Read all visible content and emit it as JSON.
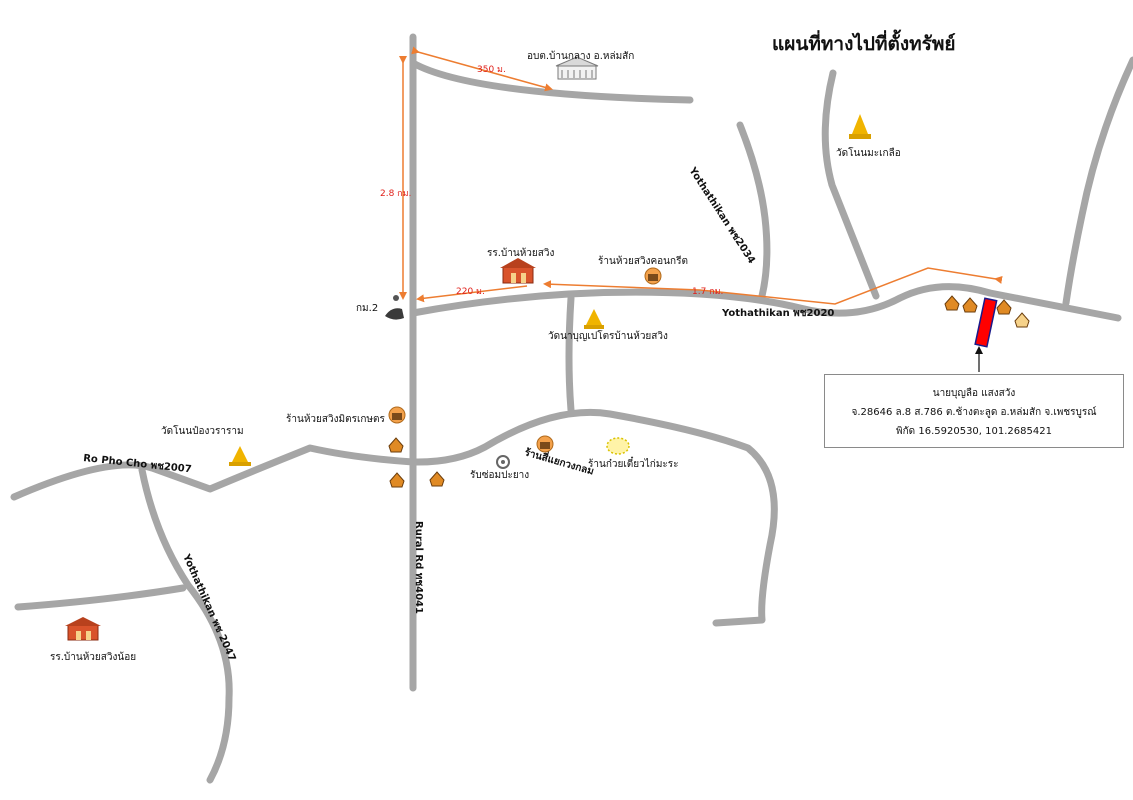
{
  "map": {
    "title": "แผนที่ทางไปที่ตั้งทรัพย์",
    "colors": {
      "road": "#a6a6a6",
      "route": "#ed7d31",
      "distance_text": "#e0201a",
      "target": "#ff0000",
      "pagoda": "#f0b400",
      "school": "#d9532b"
    },
    "roads": {
      "rural_4041": "Rural Rd ทช4041",
      "ro_pho_cho_2007": "Ro Pho Cho พช2007",
      "yothathikan_2020": "Yothathikan พช2020",
      "yothathikan_2034": "Yothathikan พช2034",
      "yothathikan_2047": "Yothathikan พช 2047",
      "side_road": "ร้านสี่แยกวงกลม"
    },
    "distances": {
      "d350": "350 ม.",
      "d2_8": "2.8 กม.",
      "d220": "220 ม.",
      "d1_7": "1.7 กม."
    },
    "places": {
      "obt": "อบต.บ้านกลาง อ.หล่มสัก",
      "wat_nong_makluea": "วัดโนนมะเกลือ",
      "school_huai_sawing": "รร.บ้านห้วยสวิง",
      "shop_concrete": "ร้านห้วยสวิงคอนกรีต",
      "km2": "กม.2",
      "wat_nabun": "วัดนาบุญเปโตรบ้านห้วยสวิง",
      "shop_mit": "ร้านห้วยสวิงมิตรเกษตร",
      "wat_non_pong": "วัดโนนป๋องวราราม",
      "repair_shop": "รับซ่อมปะยาง",
      "noodle_shop": "ร้านก๋วยเตี๋ยวไก่มะระ",
      "school_huai_sawing_noi": "รร.บ้านห้วยสวิงน้อย"
    },
    "icons": {
      "obt": "government-building-icon",
      "pagoda": "pagoda-icon",
      "school": "school-icon",
      "shop": "shop-icon",
      "house": "house-icon",
      "km2": "kilometer-marker-icon",
      "repair": "tire-repair-icon",
      "noodle": "noodle-shop-icon",
      "target": "target-property-icon"
    },
    "property": {
      "owner": "นายบุญลือ แสงสวัง",
      "deed": "จ.28646 ล.8 ส.786 ต.ช้างตะลูด อ.หล่มสัก จ.เพชรบูรณ์",
      "coords": "พิกัด 16.5920530, 101.2685421"
    }
  }
}
